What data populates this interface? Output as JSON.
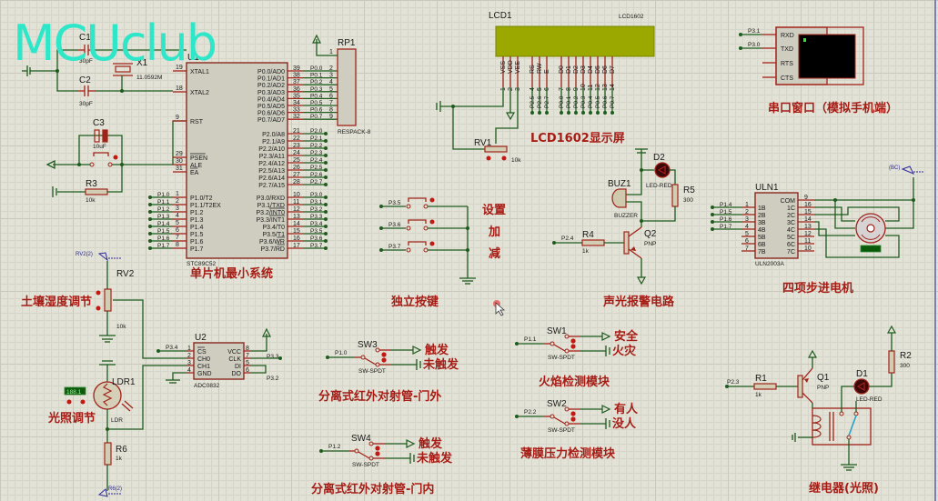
{
  "watermark": "MCUclub",
  "sections": {
    "mcu": "单片机最小系统",
    "lcd": "LCD1602显示屏",
    "serial": "串口窗口（模拟手机端）",
    "keys": "独立按键",
    "alarm": "声光报警电路",
    "stepper": "四项步进电机",
    "soil": "土壤湿度调节",
    "light": "光照调节",
    "ir_out": "分离式红外对射管-门外",
    "ir_in": "分离式红外对射管-门内",
    "flame": "火焰检测模块",
    "pressure": "薄膜压力检测模块",
    "relay": "继电器(光照)"
  },
  "key_labels": [
    "设置",
    "加",
    "减"
  ],
  "switch_labels": {
    "sw3": [
      "触发",
      "未触发"
    ],
    "sw4": [
      "触发",
      "未触发"
    ],
    "sw1": [
      "安全",
      "火灾"
    ],
    "sw2": [
      "有人",
      "没人"
    ]
  },
  "mcu": {
    "ref": "U1",
    "part": "STC89C52",
    "left_pins": [
      {
        "num": "19",
        "name": "XTAL1"
      },
      {
        "num": "18",
        "name": "XTAL2"
      },
      {
        "num": "9",
        "name": "RST"
      },
      {
        "num": "29",
        "name": "PSEN"
      },
      {
        "num": "30",
        "name": "ALE"
      },
      {
        "num": "31",
        "name": "EA"
      },
      {
        "num": "1",
        "name": "P1.0/T2",
        "net": "P1.0"
      },
      {
        "num": "2",
        "name": "P1.1/T2EX",
        "net": "P1.1"
      },
      {
        "num": "3",
        "name": "P1.2",
        "net": "P1.2"
      },
      {
        "num": "4",
        "name": "P1.3",
        "net": "P1.3"
      },
      {
        "num": "5",
        "name": "P1.4",
        "net": "P1.4"
      },
      {
        "num": "6",
        "name": "P1.5",
        "net": "P1.5"
      },
      {
        "num": "7",
        "name": "P1.6",
        "net": "P1.6"
      },
      {
        "num": "8",
        "name": "P1.7",
        "net": "P1.7"
      }
    ],
    "right_pins": [
      {
        "num": "39",
        "name": "P0.0/AD0",
        "net": "P0.0"
      },
      {
        "num": "38",
        "name": "P0.1/AD1",
        "net": "P0.1"
      },
      {
        "num": "37",
        "name": "P0.2/AD2",
        "net": "P0.2"
      },
      {
        "num": "36",
        "name": "P0.3/AD3",
        "net": "P0.3"
      },
      {
        "num": "35",
        "name": "P0.4/AD4",
        "net": "P0.4"
      },
      {
        "num": "34",
        "name": "P0.5/AD5",
        "net": "P0.5"
      },
      {
        "num": "33",
        "name": "P0.6/AD6",
        "net": "P0.6"
      },
      {
        "num": "32",
        "name": "P0.7/AD7",
        "net": "P0.7"
      },
      {
        "num": "21",
        "name": "P2.0/A8",
        "net": "P2.0"
      },
      {
        "num": "22",
        "name": "P2.1/A9",
        "net": "P2.1"
      },
      {
        "num": "23",
        "name": "P2.2/A10",
        "net": "P2.2"
      },
      {
        "num": "24",
        "name": "P2.3/A11",
        "net": "P2.3"
      },
      {
        "num": "25",
        "name": "P2.4/A12",
        "net": "P2.4"
      },
      {
        "num": "26",
        "name": "P2.5/A13",
        "net": "P2.5"
      },
      {
        "num": "27",
        "name": "P2.6/A14",
        "net": "P2.6"
      },
      {
        "num": "28",
        "name": "P2.7/A15",
        "net": "P2.7"
      },
      {
        "num": "10",
        "name": "P3.0/RXD",
        "net": "P3.0"
      },
      {
        "num": "11",
        "name": "P3.1/TXD",
        "net": "P3.1"
      },
      {
        "num": "12",
        "name": "P3.2/INT0",
        "net": "P3.2"
      },
      {
        "num": "13",
        "name": "P3.3/INT1",
        "net": "P3.3"
      },
      {
        "num": "14",
        "name": "P3.4/T0",
        "net": "P3.4"
      },
      {
        "num": "15",
        "name": "P3.5/T1",
        "net": "P3.5"
      },
      {
        "num": "16",
        "name": "P3.6/WR",
        "net": "P3.6"
      },
      {
        "num": "17",
        "name": "P3.7/RD",
        "net": "P3.7"
      }
    ]
  },
  "components": {
    "c1": {
      "ref": "C1",
      "value": "30pF"
    },
    "c2": {
      "ref": "C2",
      "value": "30pF"
    },
    "c3": {
      "ref": "C3",
      "value": "10uF"
    },
    "x1": {
      "ref": "X1",
      "value": "11.0592M"
    },
    "r3": {
      "ref": "R3",
      "value": "10k"
    },
    "rp1": {
      "ref": "RP1",
      "value": "RESPACK-8",
      "pins": [
        "1",
        "2",
        "3",
        "4",
        "5",
        "6",
        "7",
        "8",
        "9"
      ]
    },
    "lcd1": {
      "ref": "LCD1",
      "part": "LCD1602",
      "pins": [
        {
          "name": "VSS",
          "num": "1"
        },
        {
          "name": "VDD",
          "num": "2"
        },
        {
          "name": "VEE",
          "num": "3"
        },
        {
          "name": "RS",
          "num": "4",
          "net": "P2.5"
        },
        {
          "name": "RW",
          "num": "5",
          "net": "P2.6"
        },
        {
          "name": "E",
          "num": "6",
          "net": "P2.7"
        },
        {
          "name": "D0",
          "num": "7",
          "net": "P0.0"
        },
        {
          "name": "D1",
          "num": "8",
          "net": "P0.1"
        },
        {
          "name": "D2",
          "num": "9",
          "net": "P0.2"
        },
        {
          "name": "D3",
          "num": "10",
          "net": "P0.3"
        },
        {
          "name": "D4",
          "num": "11",
          "net": "P0.4"
        },
        {
          "name": "D5",
          "num": "12",
          "net": "P0.5"
        },
        {
          "name": "D6",
          "num": "13",
          "net": "P0.6"
        },
        {
          "name": "D7",
          "num": "14",
          "net": "P0.7"
        }
      ]
    },
    "rv1": {
      "ref": "RV1",
      "value": "10k"
    },
    "vterm": {
      "pins": [
        {
          "name": "RXD",
          "net": "P3.1"
        },
        {
          "name": "TXD",
          "net": "P3.0"
        },
        {
          "name": "RTS"
        },
        {
          "name": "CTS"
        }
      ]
    },
    "buz1": {
      "ref": "BUZ1",
      "value": "BUZZER"
    },
    "d2": {
      "ref": "D2",
      "value": "LED-RED"
    },
    "r5": {
      "ref": "R5",
      "value": "300"
    },
    "q2": {
      "ref": "Q2",
      "value": "PNP"
    },
    "r4": {
      "ref": "R4",
      "value": "1k",
      "net": "P2.4"
    },
    "keys": [
      {
        "net": "P3.5"
      },
      {
        "net": "P3.6"
      },
      {
        "net": "P3.7"
      }
    ],
    "uln1": {
      "ref": "ULN1",
      "part": "ULN2003A",
      "left": [
        {
          "num": "1",
          "name": "1B",
          "net": "P1.4"
        },
        {
          "num": "2",
          "name": "2B",
          "net": "P1.5"
        },
        {
          "num": "3",
          "name": "3B",
          "net": "P1.6"
        },
        {
          "num": "4",
          "name": "4B",
          "net": "P1.7"
        },
        {
          "num": "5",
          "name": "5B"
        },
        {
          "num": "6",
          "name": "6B"
        },
        {
          "num": "7",
          "name": "7B"
        }
      ],
      "right": [
        {
          "num": "9",
          "name": "COM"
        },
        {
          "num": "16",
          "name": "1C"
        },
        {
          "num": "15",
          "name": "2C"
        },
        {
          "num": "14",
          "name": "3C"
        },
        {
          "num": "13",
          "name": "4C"
        },
        {
          "num": "12",
          "name": "5C"
        },
        {
          "num": "11",
          "name": "6C"
        },
        {
          "num": "10",
          "name": "7C"
        }
      ]
    },
    "motor_net": "(BC)",
    "rv2": {
      "ref": "RV2",
      "value": "10k",
      "net": "RV2(2)"
    },
    "u2": {
      "ref": "U2",
      "part": "ADC0832",
      "left": [
        {
          "num": "1",
          "name": "CS",
          "net": "P3.4"
        },
        {
          "num": "2",
          "name": "CH0"
        },
        {
          "num": "3",
          "name": "CH1"
        },
        {
          "num": "4",
          "name": "GND"
        }
      ],
      "right": [
        {
          "num": "8",
          "name": "VCC"
        },
        {
          "num": "7",
          "name": "CLK",
          "net": "P3.3"
        },
        {
          "num": "5",
          "name": "DI"
        },
        {
          "num": "6",
          "name": "DO",
          "net": "P3.2"
        }
      ]
    },
    "ldr1": {
      "ref": "LDR1",
      "value": "LDR",
      "display": "188.1"
    },
    "r6": {
      "ref": "R6",
      "value": "1k",
      "net": "R6(2)"
    },
    "sw3": {
      "ref": "SW3",
      "value": "SW-SPDT",
      "net": "P1.0"
    },
    "sw4": {
      "ref": "SW4",
      "value": "SW-SPDT",
      "net": "P1.2"
    },
    "sw1": {
      "ref": "SW1",
      "value": "SW-SPDT",
      "net": "P1.1"
    },
    "sw2": {
      "ref": "SW2",
      "value": "SW-SPDT",
      "net": "P2.2"
    },
    "r1": {
      "ref": "R1",
      "value": "1k",
      "net": "P2.3"
    },
    "q1": {
      "ref": "Q1",
      "value": "PNP"
    },
    "d1": {
      "ref": "D1",
      "value": "LED-RED"
    },
    "r2": {
      "ref": "R2",
      "value": "300"
    }
  }
}
